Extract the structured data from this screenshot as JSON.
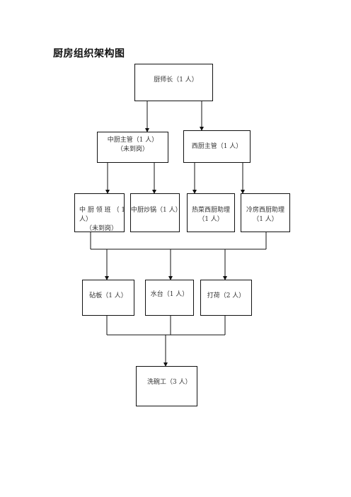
{
  "title": "厨房组织架构图",
  "nodes": {
    "head_chef": {
      "label": "厨师长（1 人）"
    },
    "chinese_supervisor": {
      "label": "中厨主管（1 人）",
      "note": "（未到岗）"
    },
    "western_supervisor": {
      "label": "西厨主管（1 人）"
    },
    "chinese_lead_line1": {
      "label": "中 厨 领 班 （ 1"
    },
    "chinese_lead_line2": {
      "label": "人）"
    },
    "chinese_lead_note": {
      "label": "（未到岗）"
    },
    "chinese_wok": {
      "label": "中厨炒锅（1 人）"
    },
    "hot_dish_asst_line1": {
      "label": "热菜西厨助理"
    },
    "hot_dish_asst_line2": {
      "label": "（1 人）"
    },
    "cold_room_asst_line1": {
      "label": "冷房西厨助理"
    },
    "cold_room_asst_line2": {
      "label": "（1 人）"
    },
    "chopping_board": {
      "label": "砧板（1 人）"
    },
    "water_station": {
      "label": "水台（1 人）"
    },
    "prep_helper": {
      "label": "打荷（2 人）"
    },
    "dishwasher": {
      "label": "洗碗工（3 人）"
    }
  }
}
